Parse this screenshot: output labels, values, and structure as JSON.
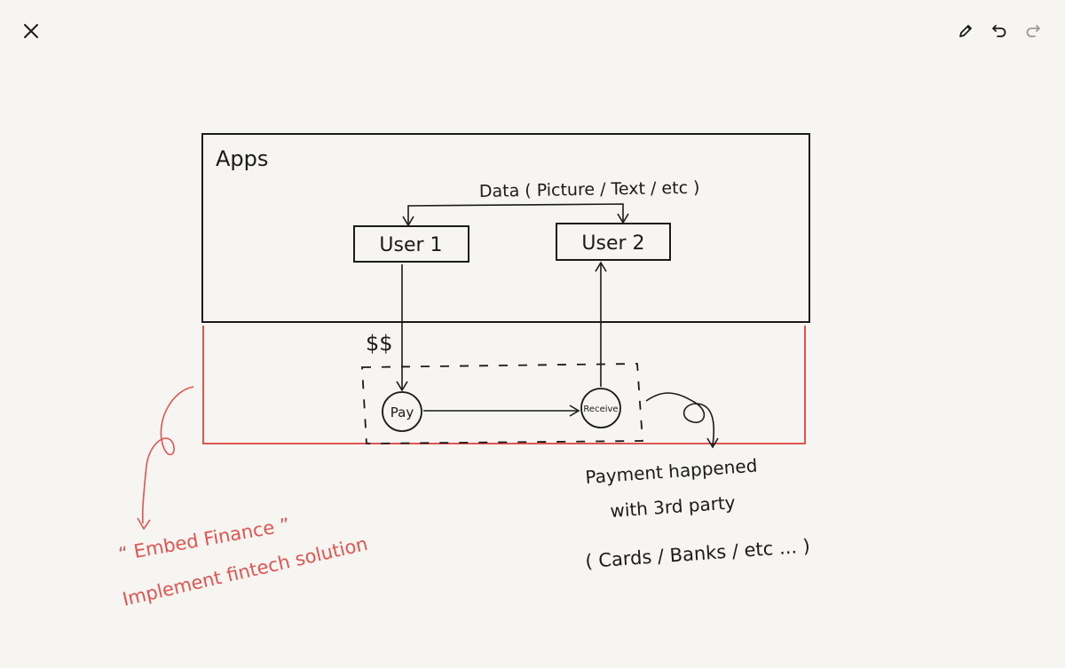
{
  "toolbar": {
    "close_icon": "close-icon",
    "pen_icon": "pencil-icon",
    "undo_icon": "undo-icon",
    "redo_icon": "redo-icon"
  },
  "diagram": {
    "apps_label": "Apps",
    "data_label": "Data ( Picture / Text / etc )",
    "user1_label": "User 1",
    "user2_label": "User 2",
    "money_label": "$$",
    "pay_label": "Pay",
    "receive_label": "Receive",
    "payment_note": {
      "line1": "Payment happened",
      "line2": "with 3rd party",
      "line3": "( Cards / Banks / etc ... )"
    },
    "fintech_note": {
      "line1": "“ Embed Finance ”",
      "line2": "Implement fintech solution"
    },
    "colors": {
      "ink": "#1a1a1a",
      "red": "#e05552",
      "background": "#f6f5f1"
    }
  }
}
